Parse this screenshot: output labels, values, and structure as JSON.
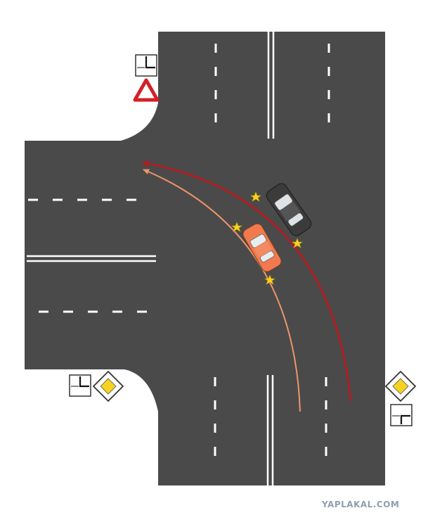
{
  "watermark": "YAPLAKAL.COM",
  "colors": {
    "asphalt": "#4a4a4a",
    "marking": "#ffffff",
    "gray_path": "#c0161b",
    "orange_path": "#f0946a",
    "orange_car": "#f07a4e",
    "gray_car": "#3b3b3b",
    "impact_star": "#f7d21f",
    "yield_sign": "#d42027",
    "priority_sign": "#f7d21f"
  },
  "signs": [
    {
      "name": "yield-sign",
      "type": "give-way"
    },
    {
      "name": "direction-plate-top",
      "type": "main-road-direction"
    },
    {
      "name": "priority-road-sign-left",
      "type": "priority-road"
    },
    {
      "name": "direction-plate-left",
      "type": "main-road-direction"
    },
    {
      "name": "priority-road-sign-right",
      "type": "priority-road"
    },
    {
      "name": "direction-plate-right",
      "type": "main-road-direction"
    }
  ],
  "vehicles": [
    {
      "name": "orange-car",
      "maneuver": "left-turn"
    },
    {
      "name": "gray-car",
      "maneuver": "left-turn"
    }
  ]
}
